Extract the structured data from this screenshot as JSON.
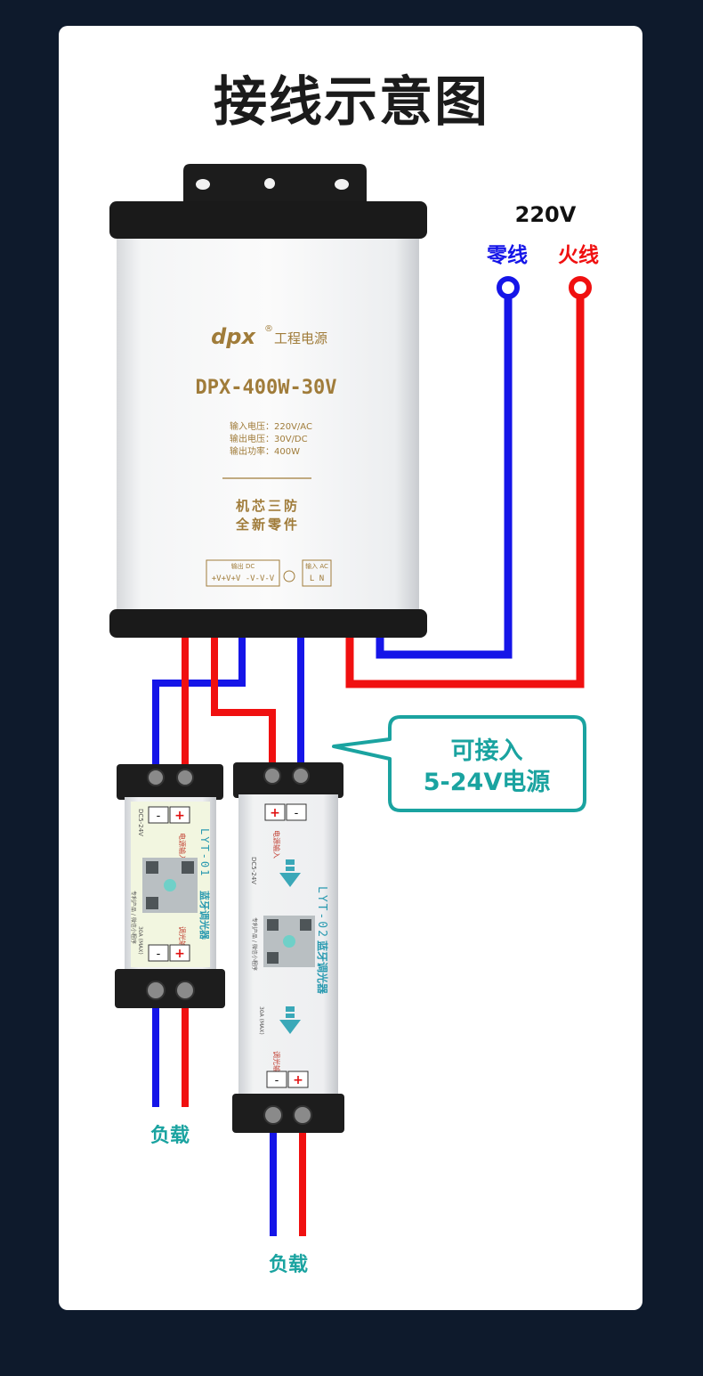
{
  "title": "接线示意图",
  "voltage": "220V",
  "neutral_label": "零线",
  "live_label": "火线",
  "psu": {
    "brand": "dpx",
    "brand_mark": "®",
    "subtitle": "工程电源",
    "model": "DPX-400W-30V",
    "spec_input": "输入电压：220V/AC",
    "spec_output": "输出电压：30V/DC",
    "spec_power": "输出功率：400W",
    "slogan_1": "机芯三防",
    "slogan_2": "全新零件",
    "terminal_out_label": "输出 DC",
    "terminal_out_pins": "+V+V+V -V-V-V",
    "terminal_in_label": "输入 AC",
    "terminal_in_pins": "L N"
  },
  "callout": {
    "line1": "可接入",
    "line2": "5-24V电源"
  },
  "dimmer1": {
    "model": "LYT-01",
    "name": "蓝牙调光器",
    "input_label": "电源输入",
    "output_label": "调光输出",
    "voltage_range": "DC5-24V",
    "current": "30A (MAX)",
    "note": "专利产品 / 微信小程序"
  },
  "dimmer2": {
    "model": "LYT-02",
    "name": "蓝牙调光器",
    "input_label": "电源输入",
    "output_label": "调光输出",
    "voltage_range": "DC5-24V",
    "current": "30A (MAX)",
    "note": "专利产品 / 微信小程序"
  },
  "load_label": "负载",
  "colors": {
    "background": "#0e1a2c",
    "card": "#ffffff",
    "neutral_wire": "#1515e8",
    "live_wire": "#f01010",
    "teal": "#1aa3a0",
    "gold_text": "#a07c3a"
  }
}
